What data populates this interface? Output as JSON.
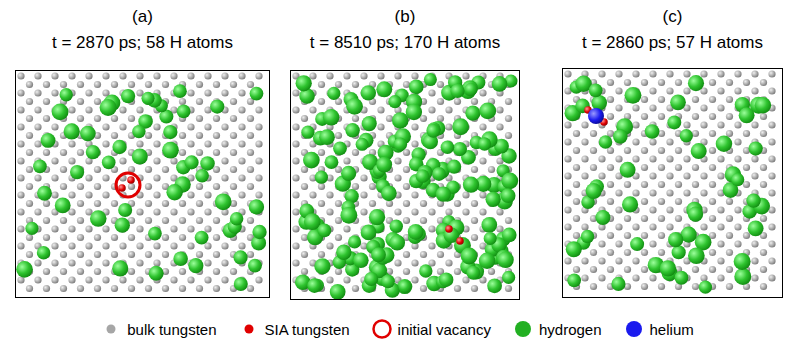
{
  "diagram": {
    "nodes": [
      {
        "text": [
          "(a)",
          "t = 2870 ps; 58 H atoms"
        ]
      },
      {
        "text": [
          "(b)",
          "t = 8510 ps; 170 H atoms"
        ]
      },
      {
        "text": [
          "(c)",
          "t = 2860 ps; 57 H atoms"
        ]
      }
    ],
    "legend": [
      {
        "text": "bulk tungsten",
        "color": "#a6a6a6"
      },
      {
        "text": "SIA tungsten",
        "color": "#e00000"
      },
      {
        "text": "initial vacancy"
      },
      {
        "text": "hydrogen",
        "color": "#22b022"
      },
      {
        "text": "helium",
        "color": "#1a1aee"
      }
    ]
  }
}
